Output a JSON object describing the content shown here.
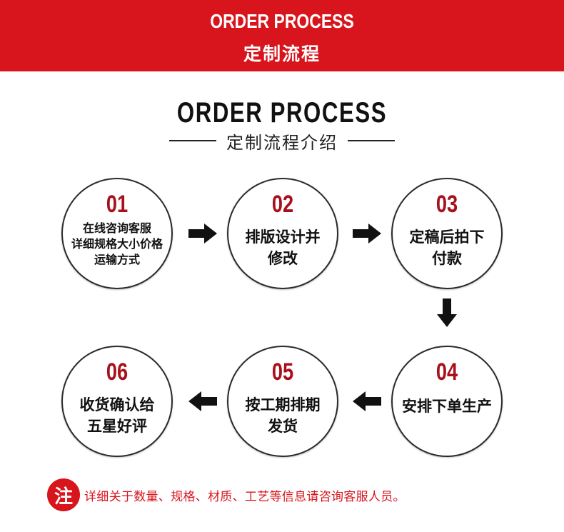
{
  "banner": {
    "title_en": "ORDER PROCESS",
    "title_cn": "定制流程"
  },
  "heading": {
    "title_en": "ORDER PROCESS",
    "title_cn": "定制流程介绍"
  },
  "steps": [
    {
      "number": "01",
      "lines": [
        "在线咨询客服",
        "详细规格大小价格",
        "运输方式"
      ]
    },
    {
      "number": "02",
      "lines": [
        "排版设计并",
        "修改"
      ]
    },
    {
      "number": "03",
      "lines": [
        "定稿后拍下",
        "付款"
      ]
    },
    {
      "number": "04",
      "lines": [
        "安排下单生产"
      ]
    },
    {
      "number": "05",
      "lines": [
        "按工期排期",
        "发货"
      ]
    },
    {
      "number": "06",
      "lines": [
        "收货确认给",
        "五星好评"
      ]
    }
  ],
  "note": {
    "badge": "注",
    "text": "详细关于数量、规格、材质、工艺等信息请咨询客服人员。"
  },
  "colors": {
    "brand_red": "#d8141c",
    "number_red": "#a8101b",
    "text": "#111111"
  },
  "icons": [
    "arrow-right-icon",
    "arrow-down-icon",
    "arrow-left-icon"
  ]
}
